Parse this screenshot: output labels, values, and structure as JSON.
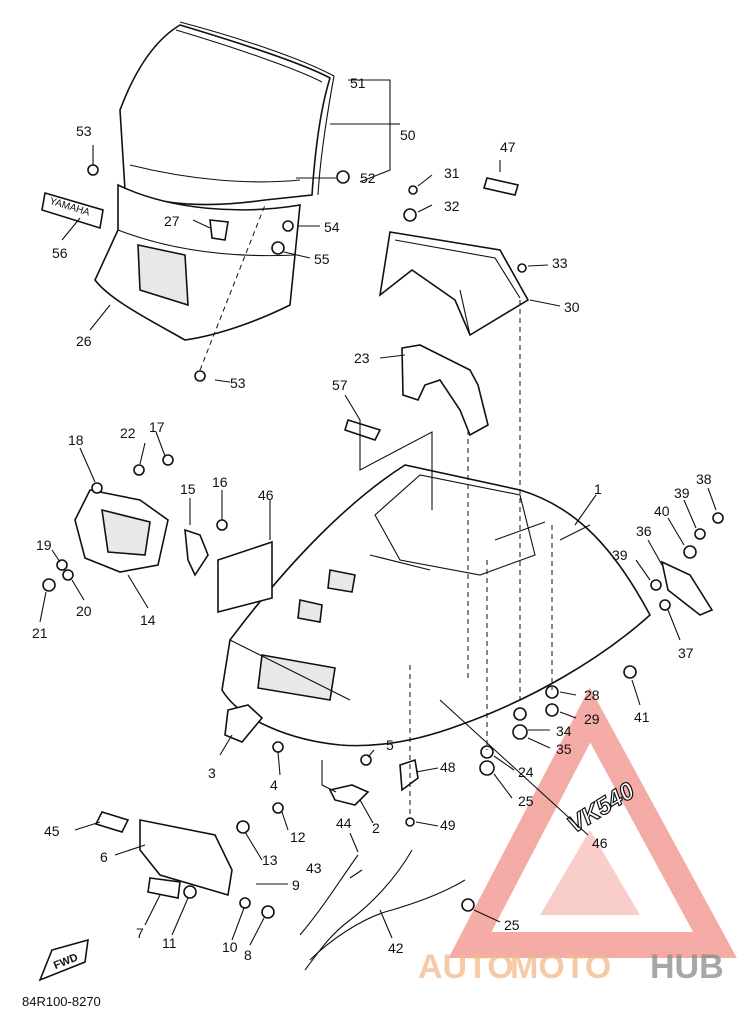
{
  "diagram": {
    "code": "84R100-8270",
    "fwd_label": "FWD",
    "yamaha_badge": "YAMAHA",
    "model_badge": "VK540",
    "callouts": [
      {
        "id": "c1",
        "text": "1"
      },
      {
        "id": "c2",
        "text": "2"
      },
      {
        "id": "c3",
        "text": "3"
      },
      {
        "id": "c4",
        "text": "4"
      },
      {
        "id": "c5",
        "text": "5"
      },
      {
        "id": "c6",
        "text": "6"
      },
      {
        "id": "c7",
        "text": "7"
      },
      {
        "id": "c8",
        "text": "8"
      },
      {
        "id": "c9",
        "text": "9"
      },
      {
        "id": "c10",
        "text": "10"
      },
      {
        "id": "c11",
        "text": "11"
      },
      {
        "id": "c12",
        "text": "12"
      },
      {
        "id": "c13",
        "text": "13"
      },
      {
        "id": "c14",
        "text": "14"
      },
      {
        "id": "c15",
        "text": "15"
      },
      {
        "id": "c16",
        "text": "16"
      },
      {
        "id": "c17",
        "text": "17"
      },
      {
        "id": "c18",
        "text": "18"
      },
      {
        "id": "c19",
        "text": "19"
      },
      {
        "id": "c20",
        "text": "20"
      },
      {
        "id": "c21",
        "text": "21"
      },
      {
        "id": "c22",
        "text": "22"
      },
      {
        "id": "c23",
        "text": "23"
      },
      {
        "id": "c24",
        "text": "24"
      },
      {
        "id": "c25a",
        "text": "25"
      },
      {
        "id": "c25b",
        "text": "25"
      },
      {
        "id": "c26",
        "text": "26"
      },
      {
        "id": "c27",
        "text": "27"
      },
      {
        "id": "c28",
        "text": "28"
      },
      {
        "id": "c29",
        "text": "29"
      },
      {
        "id": "c30",
        "text": "30"
      },
      {
        "id": "c31",
        "text": "31"
      },
      {
        "id": "c32",
        "text": "32"
      },
      {
        "id": "c33",
        "text": "33"
      },
      {
        "id": "c34",
        "text": "34"
      },
      {
        "id": "c35",
        "text": "35"
      },
      {
        "id": "c36",
        "text": "36"
      },
      {
        "id": "c37",
        "text": "37"
      },
      {
        "id": "c38",
        "text": "38"
      },
      {
        "id": "c39a",
        "text": "39"
      },
      {
        "id": "c39b",
        "text": "39"
      },
      {
        "id": "c40",
        "text": "40"
      },
      {
        "id": "c41",
        "text": "41"
      },
      {
        "id": "c42",
        "text": "42"
      },
      {
        "id": "c43",
        "text": "43"
      },
      {
        "id": "c44",
        "text": "44"
      },
      {
        "id": "c45",
        "text": "45"
      },
      {
        "id": "c46a",
        "text": "46"
      },
      {
        "id": "c46b",
        "text": "46"
      },
      {
        "id": "c47",
        "text": "47"
      },
      {
        "id": "c48",
        "text": "48"
      },
      {
        "id": "c49",
        "text": "49"
      },
      {
        "id": "c50",
        "text": "50"
      },
      {
        "id": "c51",
        "text": "51"
      },
      {
        "id": "c52",
        "text": "52"
      },
      {
        "id": "c53a",
        "text": "53"
      },
      {
        "id": "c53b",
        "text": "53"
      },
      {
        "id": "c54",
        "text": "54"
      },
      {
        "id": "c55",
        "text": "55"
      },
      {
        "id": "c56",
        "text": "56"
      },
      {
        "id": "c57",
        "text": "57"
      }
    ]
  },
  "watermark": {
    "part1": "AUTO",
    "part2": "MOTO",
    "part3": "HUB",
    "color_light": "#f5b98a",
    "color_dark": "#8a8a8a",
    "triangle_color": "#e8463c"
  }
}
